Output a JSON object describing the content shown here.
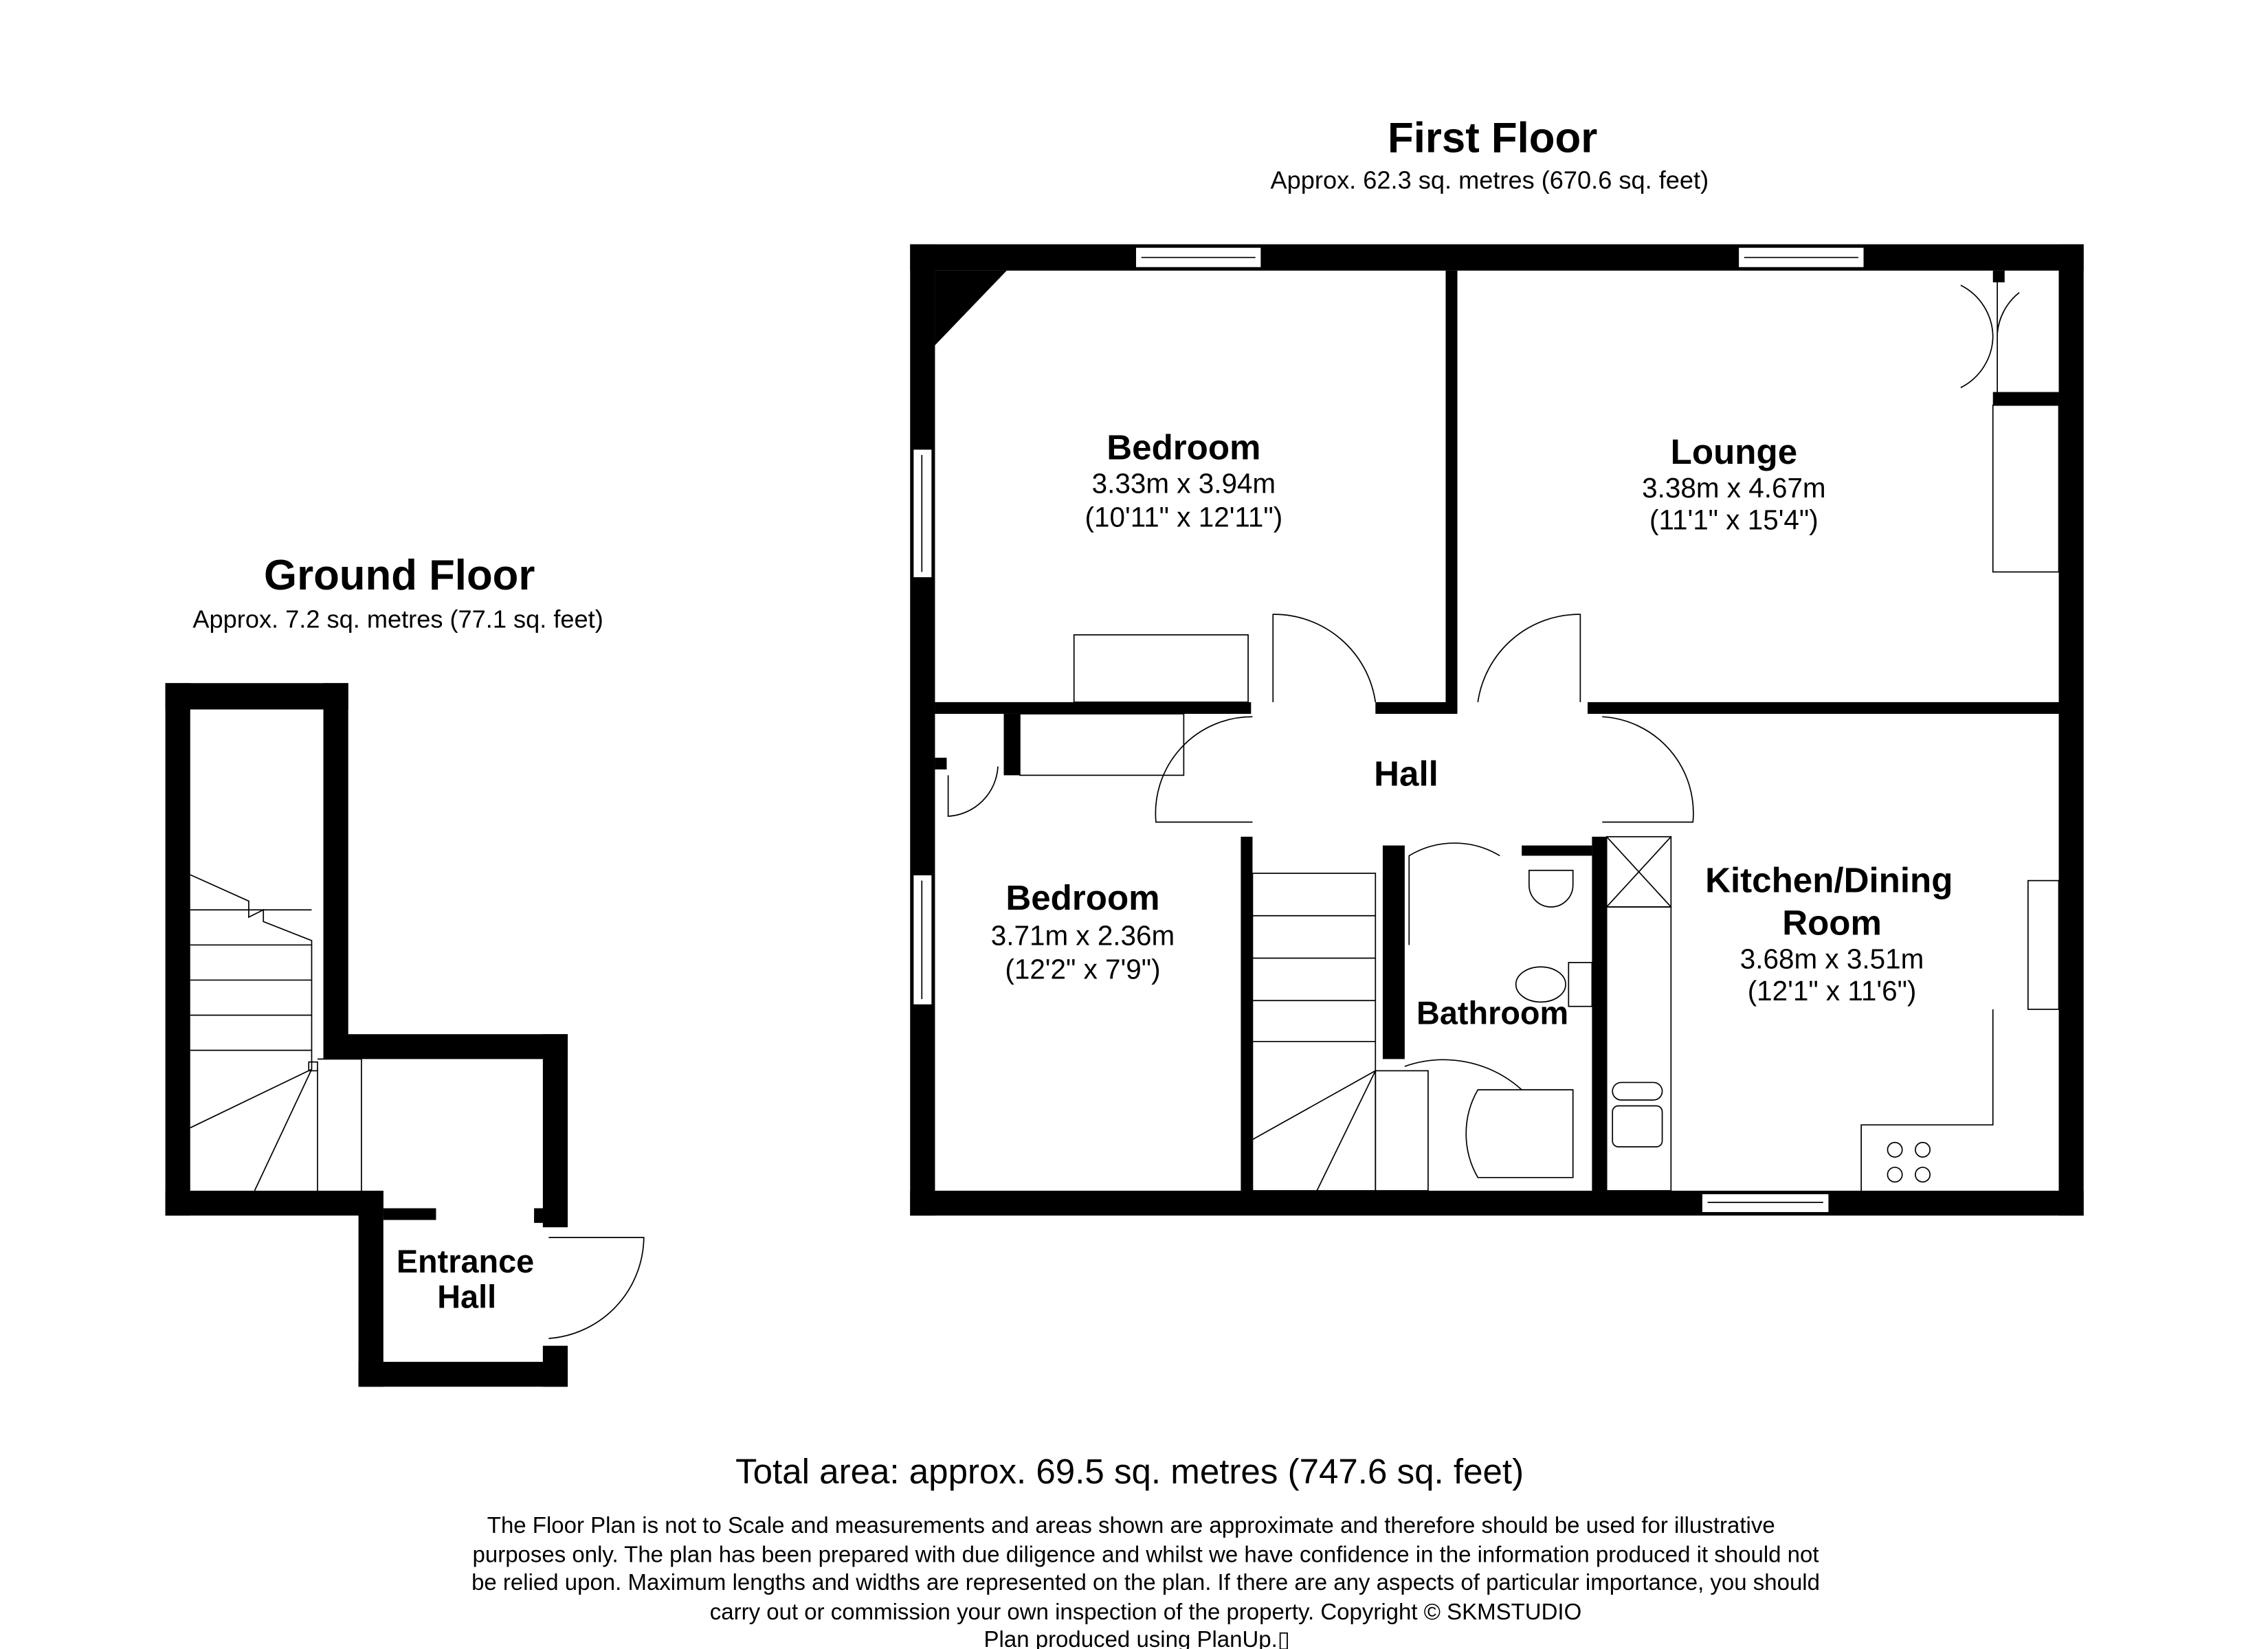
{
  "first_floor": {
    "title": "First Floor",
    "area": "Approx. 62.3 sq. metres (670.6 sq. feet)",
    "rooms": [
      {
        "name": "Bedroom",
        "metric": "3.33m x 3.94m",
        "imperial": "(10'11\" x 12'11\")"
      },
      {
        "name": "Lounge",
        "metric": "3.38m x 4.67m",
        "imperial": "(11'1\" x 15'4\")"
      },
      {
        "name": "Hall"
      },
      {
        "name": "Bedroom",
        "metric": "3.71m x 2.36m",
        "imperial": "(12'2\" x 7'9\")"
      },
      {
        "name": "Bathroom"
      },
      {
        "name_line1": "Kitchen/Dining",
        "name_line2": "Room",
        "metric": "3.68m x 3.51m",
        "imperial": "(12'1\" x 11'6\")"
      }
    ]
  },
  "ground_floor": {
    "title": "Ground Floor",
    "area": "Approx. 7.2 sq. metres (77.1 sq. feet)",
    "rooms": [
      {
        "name_line1": "Entrance",
        "name_line2": "Hall"
      }
    ]
  },
  "footer": {
    "total_area": "Total area: approx. 69.5 sq. metres (747.6 sq. feet)",
    "disclaimer_lines": [
      "The Floor Plan is not to Scale and measurements and areas shown are approximate and therefore should be used for illustrative",
      "purposes only. The plan has been prepared with due diligence and whilst we have confidence in the information produced it should not",
      "be relied upon. Maximum lengths and widths are represented on the plan. If there are any aspects of particular importance, you should",
      "carry out or commission your own inspection of the property. Copyright © SKMSTUDIO"
    ],
    "produced_by": "Plan produced using PlanUp.▯"
  }
}
